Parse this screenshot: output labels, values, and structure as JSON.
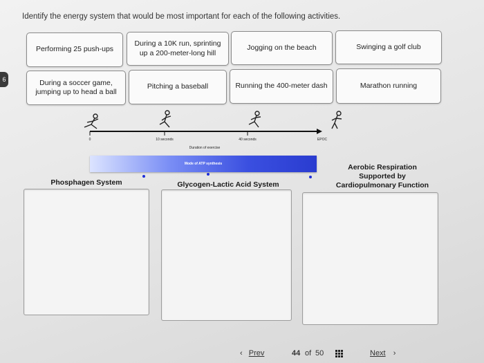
{
  "instruction": "Identify the energy system that would be most important for each of the following activities.",
  "side_tab": "6",
  "activities": [
    "Performing 25 push-ups",
    "During a 10K run, sprinting up a 200-meter-long hill",
    "Jogging on the beach",
    "Swinging a golf club",
    "During a soccer game, jumping up to head a ball",
    "Pitching a baseball",
    "Running the 400-meter dash",
    "Marathon running"
  ],
  "timeline": {
    "ticks": [
      "0",
      "10 seconds",
      "40 seconds",
      "EPOC"
    ],
    "axis_label": "Duration of exercise"
  },
  "bar_label": "Mode of ATP synthesis",
  "categories": [
    "Phosphagen System",
    "Glycogen-Lactic Acid System",
    "Aerobic Respiration Supported by Cardiopulmonary Function"
  ],
  "nav": {
    "prev": "Prev",
    "page": "44",
    "of_label": "of",
    "total": "50",
    "next": "Next",
    "prev_icon": "chevron-left",
    "next_icon": "chevron-right"
  }
}
